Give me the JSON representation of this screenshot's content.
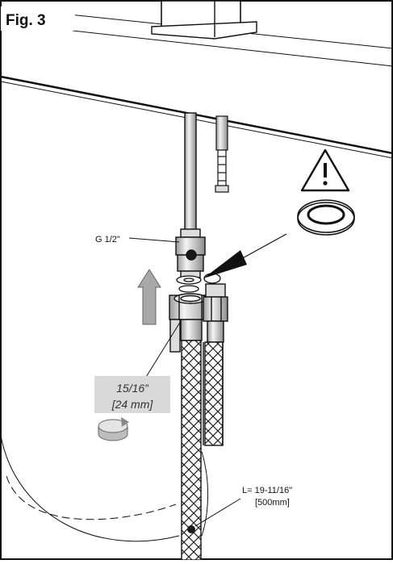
{
  "figure": {
    "title": "Fig. 3"
  },
  "labels": {
    "thread": "G 1/2\"",
    "wrench_size_in": "15/16”",
    "wrench_size_mm": "[24 mm]",
    "hose_length_in": "L= 19-11/16\"",
    "hose_length_mm": "[500mm]"
  },
  "icons": {
    "warning": "warning-triangle-icon",
    "washer": "washer-ring-icon",
    "direction": "up-arrow-icon",
    "rotation": "rotate-clockwise-icon"
  },
  "colors": {
    "line": "#111111",
    "grey_fill": "#cfcfcf",
    "arrow_grey": "#a8a8a8",
    "label_box": "#d9d9d9"
  }
}
